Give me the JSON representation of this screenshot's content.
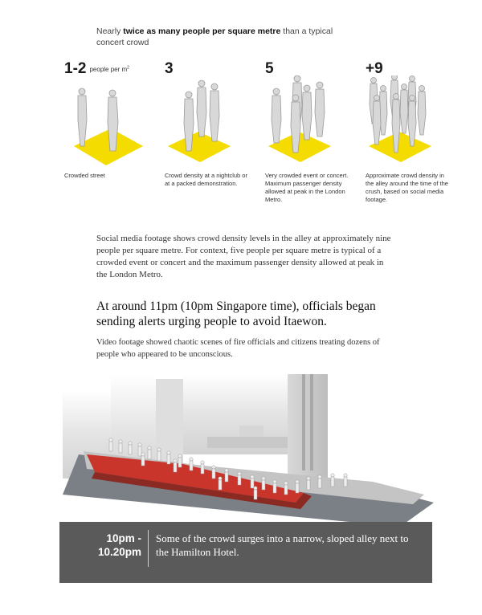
{
  "intro": {
    "prefix": "Nearly ",
    "bold": "twice as many people per square metre",
    "suffix": " than a typical concert crowd"
  },
  "density_unit": "people per m",
  "density_unit_sup": "2",
  "densities": [
    {
      "value": "1-2",
      "caption": "Crowded street"
    },
    {
      "value": "3",
      "caption": "Crowd density at a nightclub or at a packed demonstration."
    },
    {
      "value": "5",
      "caption": "Very crowded event or concert. Maximum passenger density allowed at peak in the London Metro."
    },
    {
      "value": "+9",
      "caption": "Approximate crowd density in the alley around the time of the crush, based on social media footage."
    }
  ],
  "paragraph1": "Social media footage shows crowd density levels in the alley at approximately nine people per square metre. For context, five people per square metre is typical of a crowded event or concert and the maximum passenger density allowed at peak in the London Metro.",
  "heading": "At around 11pm (10pm Singapore time), officials began sending alerts urging people to avoid Itaewon.",
  "paragraph2": "Video footage showed chaotic scenes of fire officials and citizens treating dozens of people who appeared to be unconscious.",
  "banner": {
    "time_line1": "10pm -",
    "time_line2": "10.20pm",
    "description": "Some of the crowd surges into a narrow, sloped alley next to the Hamilton Hotel."
  },
  "colors": {
    "accent_yellow": "#f5dc00",
    "alley_red": "#c9352b",
    "banner_bg": "#5a5a5a"
  }
}
